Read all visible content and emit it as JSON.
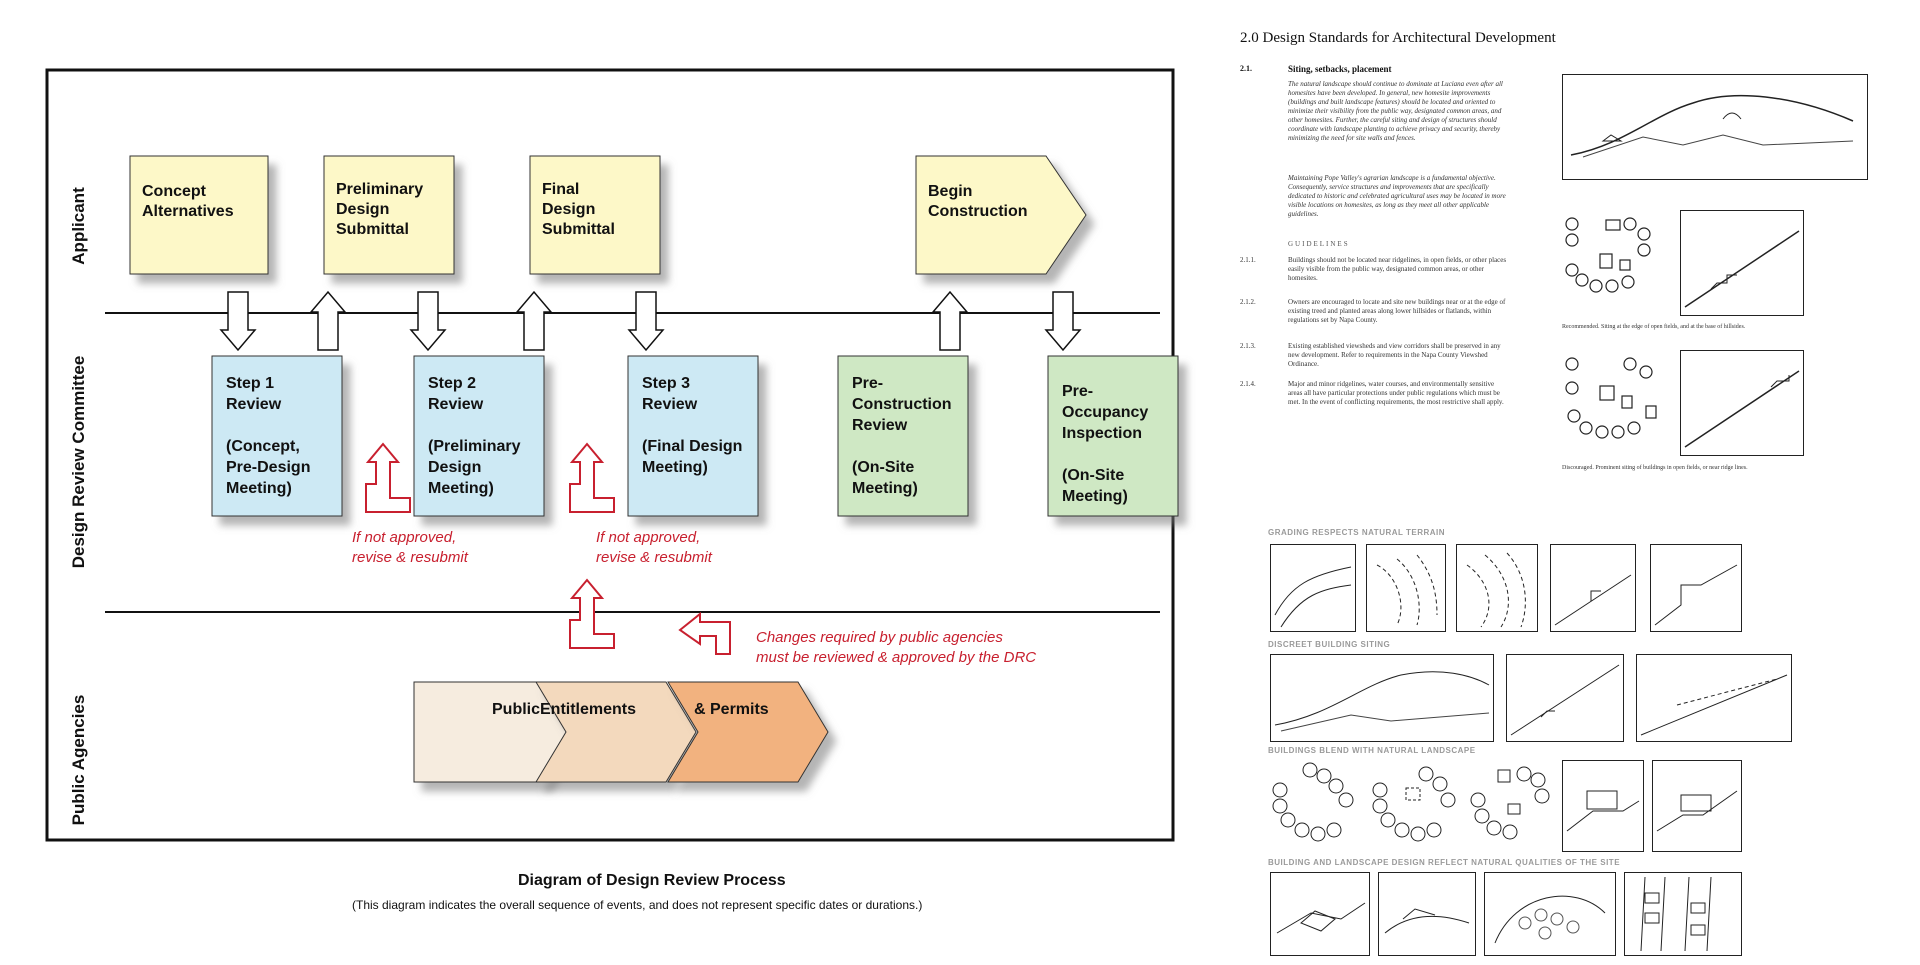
{
  "lanes": {
    "applicant": "Applicant",
    "committee": "Design Review Committee",
    "agencies": "Public Agencies"
  },
  "applicant_boxes": [
    {
      "lines": [
        "Concept",
        "Alternatives"
      ]
    },
    {
      "lines": [
        "Preliminary",
        "Design",
        "Submittal"
      ]
    },
    {
      "lines": [
        "Final",
        "Design",
        "Submittal"
      ]
    },
    {
      "lines": [
        "Begin",
        "Construction"
      ]
    }
  ],
  "review_boxes": [
    {
      "lines": [
        "Step 1",
        "Review",
        "",
        "(Concept,",
        "Pre-Design",
        "Meeting)"
      ]
    },
    {
      "lines": [
        "Step 2",
        "Review",
        "",
        "(Preliminary",
        "Design",
        "Meeting)"
      ]
    },
    {
      "lines": [
        "Step 3",
        "Review",
        "",
        "(Final Design",
        "Meeting)"
      ]
    },
    {
      "lines": [
        "Pre-",
        "Construction",
        "Review",
        "",
        "(On-Site",
        "Meeting)"
      ]
    },
    {
      "lines": [
        "Pre-",
        "Occupancy",
        "Inspection",
        "",
        "(On-Site",
        "Meeting)"
      ]
    }
  ],
  "resubmit_notes": [
    {
      "lines": [
        "If not approved,",
        "revise & resubmit"
      ]
    },
    {
      "lines": [
        "If not approved,",
        "revise & resubmit"
      ]
    }
  ],
  "agency_note": {
    "lines": [
      "Changes required by public agencies",
      "must be reviewed & approved by the DRC"
    ]
  },
  "agency_chevrons": [
    "Public",
    "Entitlements",
    "&   Permits"
  ],
  "colors": {
    "applicant_fill": "#fdf8c8",
    "review_fill": "#cde9f4",
    "onsite_fill": "#cfe8c4",
    "chevron1": "#f6ecdf",
    "chevron2": "#f3d9bd",
    "chevron3": "#f2b27f",
    "red": "#c8202f"
  },
  "caption": {
    "title": "Diagram of Design Review Process",
    "subtitle": "(This diagram indicates the overall sequence of events, and does not represent specific dates or durations.)"
  },
  "document": {
    "heading": "2.0   Design Standards for Architectural Development",
    "section_num": "2.1.",
    "section_title": "Siting, setbacks, placement",
    "para1": "The natural landscape should continue to dominate at Luciana even after all homesites have been developed. In general, new homesite improvements (buildings and built landscape features) should be located and oriented to minimize their visibility from the public way, designated common areas, and other homesites. Further, the careful siting and design of structures should coordinate with landscape planting to achieve privacy and security, thereby minimizing the need for site walls and fences.",
    "para2": "Maintaining Pope Valley's agrarian landscape is a fundamental objective. Consequently, service structures and improvements that are specifically dedicated to historic and celebrated agricultural uses may be located in more visible locations on homesites, as long as they meet all other applicable guidelines.",
    "guidelines_header": "GUIDELINES",
    "guidelines": [
      {
        "num": "2.1.1.",
        "text": "Buildings should not be located near ridgelines, in open fields, or other places easily visible from the public way, designated common areas, or other homesites."
      },
      {
        "num": "2.1.2.",
        "text": "Owners are encouraged to locate and site new buildings near or at the edge of existing treed and planted areas along lower hillsides or flatlands, within regulations set by Napa County."
      },
      {
        "num": "2.1.3.",
        "text": "Existing established viewsheds and view corridors shall be preserved in any new development. Refer to requirements in the Napa County Viewshed Ordinance."
      },
      {
        "num": "2.1.4.",
        "text": "Major and minor ridgelines, water courses, and environmentally sensitive areas all have particular protections under public regulations which must be met. In the event of conflicting requirements, the most restrictive shall apply."
      }
    ],
    "recommended_caption": "Recommended.  Siting at the edge of open fields, and at the base of hillsides.",
    "discouraged_caption": "Discouraged.  Prominent siting of buildings in open fields, or near ridge lines.",
    "sections": [
      "GRADING RESPECTS NATURAL TERRAIN",
      "DISCREET BUILDING SITING",
      "BUILDINGS BLEND WITH NATURAL LANDSCAPE",
      "BUILDING AND LANDSCAPE DESIGN REFLECT NATURAL QUALITIES OF THE SITE"
    ]
  }
}
